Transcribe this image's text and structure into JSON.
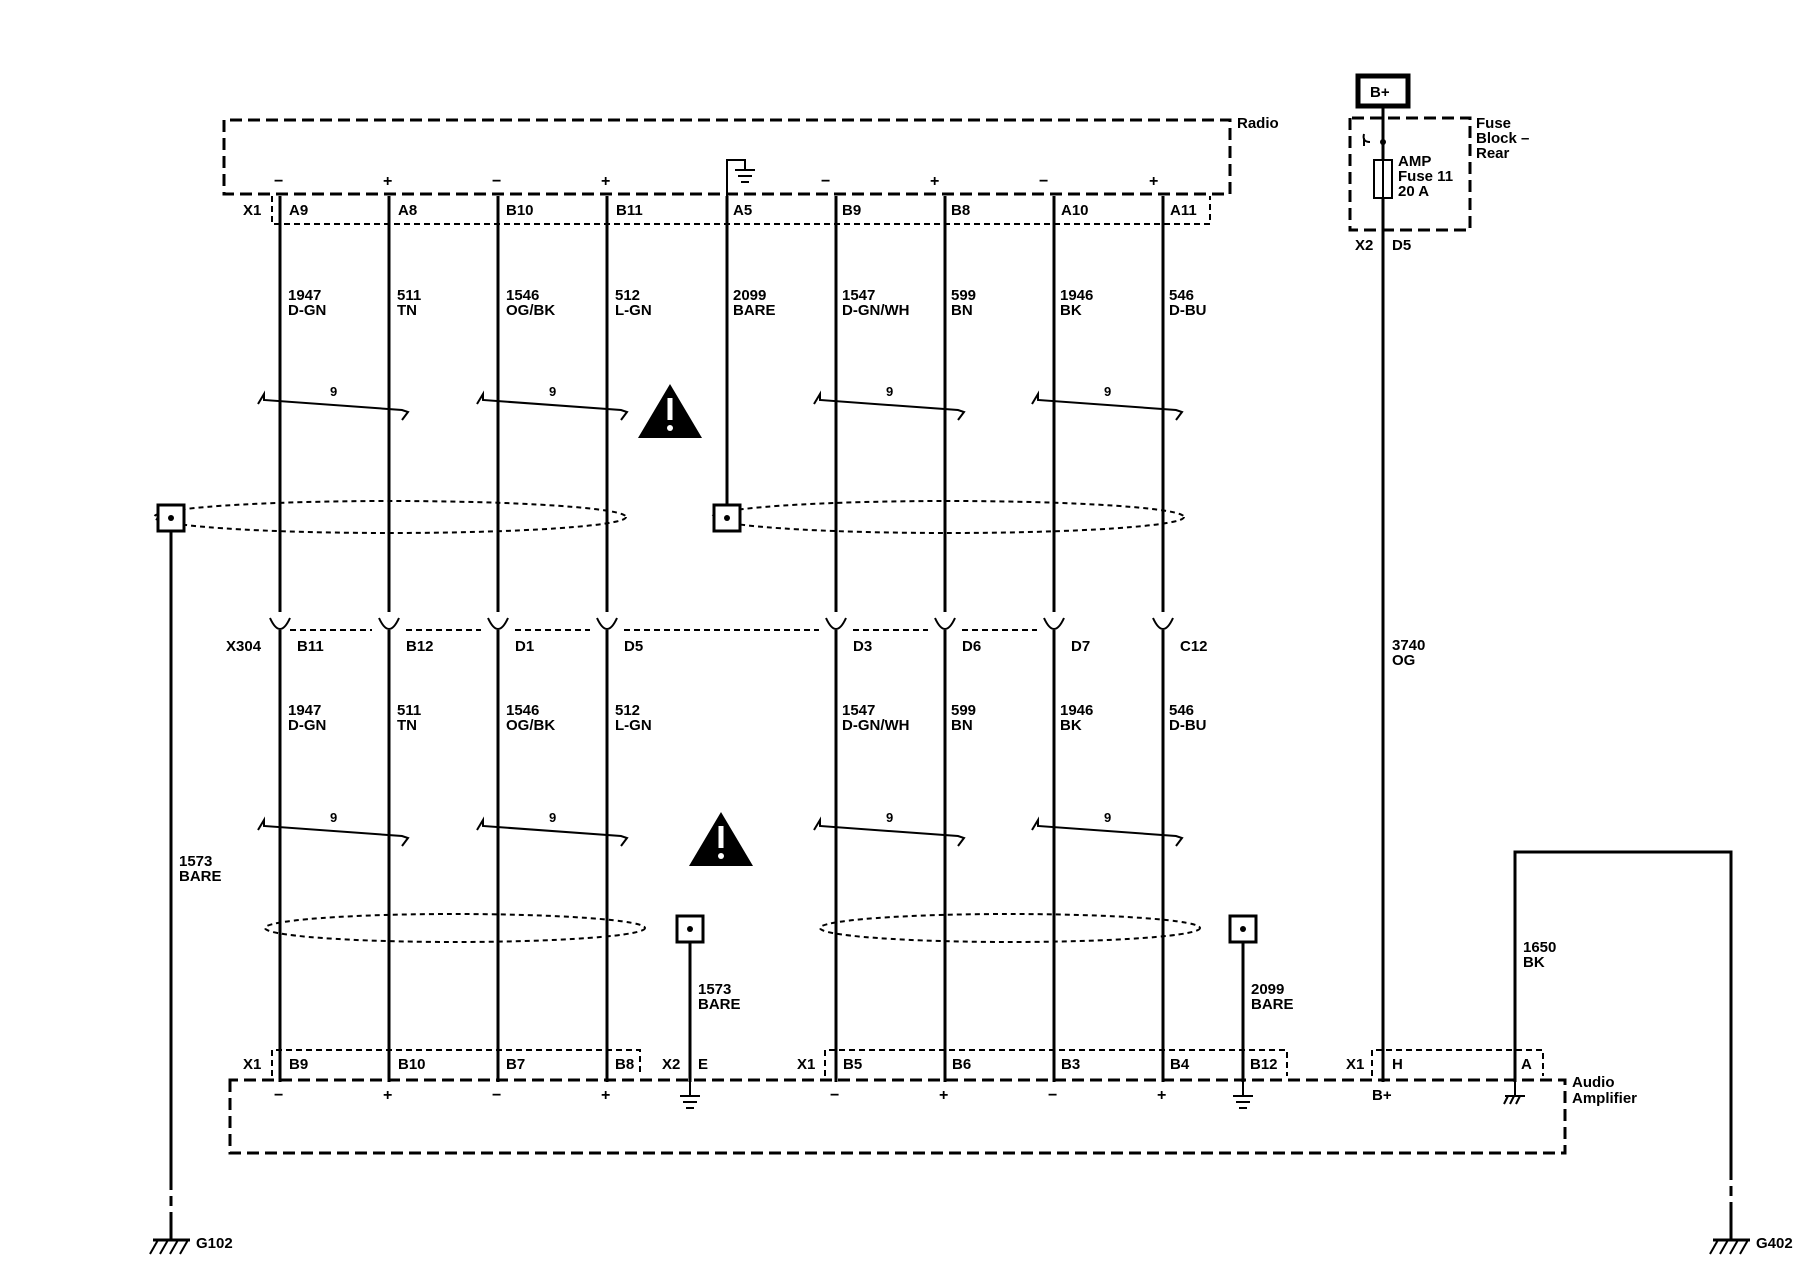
{
  "radio": {
    "label": "Radio",
    "header_connector": "X1",
    "pins": [
      {
        "pin": "A9",
        "sign": "−",
        "circuit": "1947",
        "color": "D-GN"
      },
      {
        "pin": "A8",
        "sign": "+",
        "circuit": "511",
        "color": "TN"
      },
      {
        "pin": "B10",
        "sign": "−",
        "circuit": "1546",
        "color": "OG/BK"
      },
      {
        "pin": "B11",
        "sign": "+",
        "circuit": "512",
        "color": "L-GN"
      },
      {
        "pin": "A5",
        "sign": "",
        "circuit": "2099",
        "color": "BARE"
      },
      {
        "pin": "B9",
        "sign": "−",
        "circuit": "1547",
        "color": "D-GN/WH"
      },
      {
        "pin": "B8",
        "sign": "+",
        "circuit": "599",
        "color": "BN"
      },
      {
        "pin": "A10",
        "sign": "−",
        "circuit": "1946",
        "color": "BK"
      },
      {
        "pin": "A11",
        "sign": "+",
        "circuit": "546",
        "color": "D-BU"
      }
    ]
  },
  "inline": {
    "connector": "X304",
    "pins": [
      {
        "pin": "B11",
        "circuit": "1947",
        "color": "D-GN"
      },
      {
        "pin": "B12",
        "circuit": "511",
        "color": "TN"
      },
      {
        "pin": "D1",
        "circuit": "1546",
        "color": "OG/BK"
      },
      {
        "pin": "D5",
        "circuit": "512",
        "color": "L-GN"
      },
      {
        "pin": "D3",
        "circuit": "1547",
        "color": "D-GN/WH"
      },
      {
        "pin": "D6",
        "circuit": "599",
        "color": "BN"
      },
      {
        "pin": "D7",
        "circuit": "1946",
        "color": "BK"
      },
      {
        "pin": "C12",
        "circuit": "546",
        "color": "D-BU"
      }
    ]
  },
  "twist_label": "9",
  "amplifier": {
    "label_line1": "Audio",
    "label_line2": "Amplifier",
    "conn1_left": "X1",
    "conn2": "X2",
    "conn1_right": "X1",
    "conn3": "X1",
    "pins_left": [
      "B9",
      "B10",
      "B7",
      "B8"
    ],
    "pin_x2": "E",
    "pins_right": [
      "B5",
      "B6",
      "B3",
      "B4",
      "B12"
    ],
    "pin_power": "H",
    "pin_ground": "A",
    "power_label": "B+",
    "signs_left": [
      "−",
      "+",
      "−",
      "+"
    ],
    "signs_right": [
      "−",
      "+",
      "−",
      "+"
    ]
  },
  "fuse": {
    "battery": "B+",
    "label_line1": "Fuse",
    "label_line2": "Block –",
    "label_line3": "Rear",
    "fuse_line1": "AMP",
    "fuse_line2": "Fuse 11",
    "fuse_line3": "20 A",
    "connector": "X2",
    "pin": "D5"
  },
  "power_wire": {
    "circuit": "3740",
    "color": "OG"
  },
  "ground_wire": {
    "circuit": "1650",
    "color": "BK"
  },
  "drain_left": {
    "circuit": "1573",
    "color": "BARE"
  },
  "drain_mid": {
    "circuit": "1573",
    "color": "BARE"
  },
  "drain_right": {
    "circuit": "2099",
    "color": "BARE"
  },
  "grounds": {
    "left": "G102",
    "right": "G402"
  }
}
